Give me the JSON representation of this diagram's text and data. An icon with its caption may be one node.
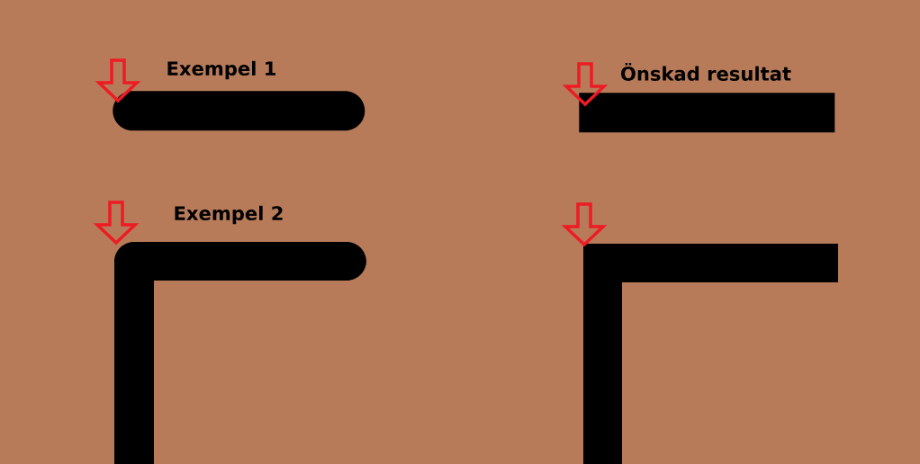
{
  "diagram": {
    "nodes": [
      {
        "text": [],
        "shape": "bar",
        "beside": [
          "Exempel 1"
        ]
      },
      {
        "text": [],
        "shape": "bar",
        "beside": [
          "Önskad resultat"
        ]
      },
      {
        "text": [],
        "shape": "bar",
        "beside": [
          "Exempel 2"
        ]
      },
      {
        "text": [],
        "shape": "bar"
      }
    ],
    "edges": [
      {
        "from": null,
        "to": 0,
        "arrow": "to"
      },
      {
        "from": null,
        "to": 1,
        "arrow": "to"
      },
      {
        "from": null,
        "to": 2,
        "arrow": "to"
      },
      {
        "from": null,
        "to": 3,
        "arrow": "to"
      }
    ]
  }
}
